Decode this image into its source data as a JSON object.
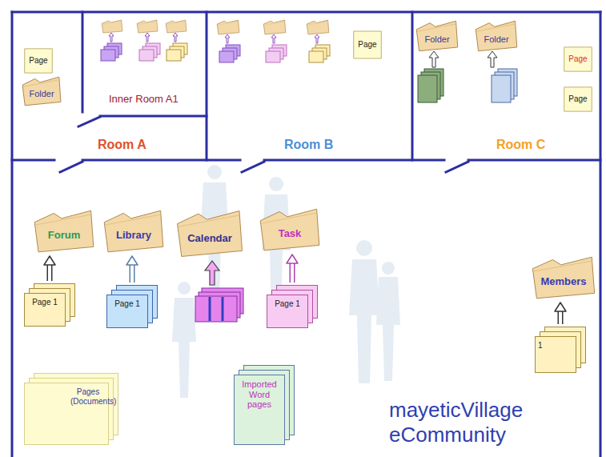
{
  "diagram": {
    "nodes": [
      {
        "text": [
          "Room A"
        ]
      },
      {
        "text": [
          "Page"
        ],
        "in": 0
      },
      {
        "text": [
          "Folder"
        ],
        "in": 0
      },
      {
        "text": [
          "Inner Room A1"
        ],
        "in": 0
      },
      {
        "text": [
          "Room B"
        ]
      },
      {
        "text": [
          "Page"
        ],
        "in": 4
      },
      {
        "text": [
          "Room C"
        ]
      },
      {
        "text": [
          "Folder"
        ],
        "in": 6
      },
      {
        "text": [
          "Folder"
        ],
        "in": 6
      },
      {
        "text": [
          "Page"
        ],
        "in": 6
      },
      {
        "text": [
          "Page"
        ],
        "in": 6
      },
      {
        "text": [
          "Forum"
        ]
      },
      {
        "text": [
          "Library"
        ]
      },
      {
        "text": [
          "Calendar"
        ]
      },
      {
        "text": [
          "Task"
        ]
      },
      {
        "text": [
          "Members"
        ]
      },
      {
        "text": [
          "Page 1"
        ]
      },
      {
        "text": [
          "Page 1"
        ]
      },
      {
        "text": [
          "Page 1"
        ]
      },
      {
        "text": [
          "1"
        ]
      },
      {
        "text": [
          "Pages (Documents)"
        ]
      },
      {
        "text": [
          "Imported Word pages"
        ]
      }
    ],
    "edges": [
      {
        "from": 16,
        "to": 11,
        "arrow": "to"
      },
      {
        "from": 17,
        "to": 12,
        "arrow": "to"
      },
      {
        "from": 18,
        "to": 14,
        "arrow": "to"
      },
      {
        "from": 19,
        "to": 15,
        "arrow": "to"
      }
    ],
    "labels": [
      "mayeticVillage eCommunity"
    ]
  }
}
